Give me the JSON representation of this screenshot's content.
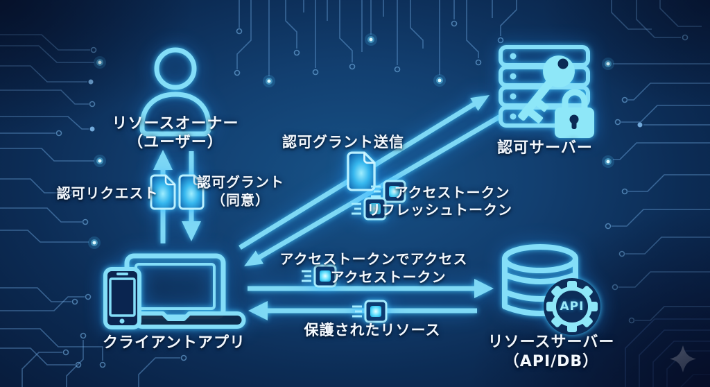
{
  "colors": {
    "accent": "#7fd9f5",
    "glow": "#3fd8ff",
    "background_center": "#175287",
    "background_edge": "#081d3e",
    "text": "#f4f9fe",
    "sparkle": "#b9c5d5"
  },
  "nodes": {
    "resource_owner": {
      "label": "リソースオーナー",
      "sublabel": "（ユーザー）",
      "icon": "person-icon"
    },
    "auth_server": {
      "label": "認可サーバー",
      "icon": "server-rack-icon, key-icon, padlock-icon"
    },
    "client_app": {
      "label": "クライアントアプリ",
      "icon": "laptop-icon, smartphone-icon"
    },
    "resource_server": {
      "label": "リソースサーバー",
      "sublabel": "（API/DB）",
      "api_badge": "API",
      "icon": "database-icon, api-gear-icon"
    }
  },
  "flows": {
    "auth_request": {
      "label": "認可リクエスト",
      "from": "client_app",
      "to": "resource_owner",
      "icon": "document-icon"
    },
    "auth_grant": {
      "label": "認可グラント",
      "sublabel": "（同意）",
      "from": "resource_owner",
      "to": "client_app",
      "icon": "document-icon"
    },
    "send_auth_grant": {
      "label": "認可グラント送信",
      "from": "client_app",
      "to": "auth_server",
      "icon": "document-icon"
    },
    "token_issue": {
      "labels": [
        "アクセストークン",
        "リフレッシュトークン"
      ],
      "from": "auth_server",
      "to": "client_app",
      "icon": "token-chip-icon"
    },
    "api_access": {
      "label": "アクセストークンでアクセス",
      "sublabel": "アクセストークン",
      "from": "client_app",
      "to": "resource_server",
      "icon": "token-chip-icon"
    },
    "protected_resource": {
      "label": "保護されたリソース",
      "from": "resource_server",
      "to": "client_app",
      "icon": "token-chip-icon"
    }
  }
}
